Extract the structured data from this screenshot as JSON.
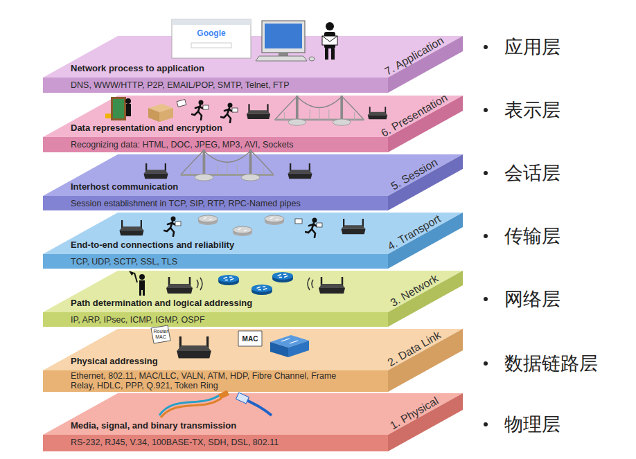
{
  "diagram": {
    "nodes": [
      {
        "text": [
          "7. Application",
          "Network process to application",
          "DNS, WWW/HTTP, P2P, EMAIL/POP, SMTP, Telnet, FTP"
        ]
      },
      {
        "text": [
          "6. Presentation",
          "Data representation and encryption",
          "Recognizing data: HTML, DOC, JPEG, MP3, AVI, Sockets"
        ]
      },
      {
        "text": [
          "5. Session",
          "Interhost communication",
          "Session establishment in TCP, SIP, RTP, RPC-Named pipes"
        ]
      },
      {
        "text": [
          "4. Transport",
          "End-to-end connections and reliability",
          "TCP, UDP, SCTP, SSL, TLS"
        ]
      },
      {
        "text": [
          "3. Network",
          "Path determination and logical addressing",
          "IP, ARP, IPsec, ICMP, IGMP, OSPF"
        ]
      },
      {
        "text": [
          "2. Data Link",
          "Physical addressing",
          "Ethernet, 802.11, MAC/LLC, VALN, ATM, HDP, Fibre Channel, Frame Relay, HDLC, PPP, Q.921, Token Ring"
        ]
      },
      {
        "text": [
          "1. Physical",
          "Media, signal, and binary transmission",
          "RS-232, RJ45, V.34, 100BASE-TX, SDH, DSL, 802.11"
        ]
      }
    ],
    "labels": [
      "Google",
      "Router MAC",
      "MAC",
      "应用层",
      "表示层",
      "会话层",
      "传输层",
      "网络层",
      "数据链路层",
      "物理层"
    ]
  }
}
